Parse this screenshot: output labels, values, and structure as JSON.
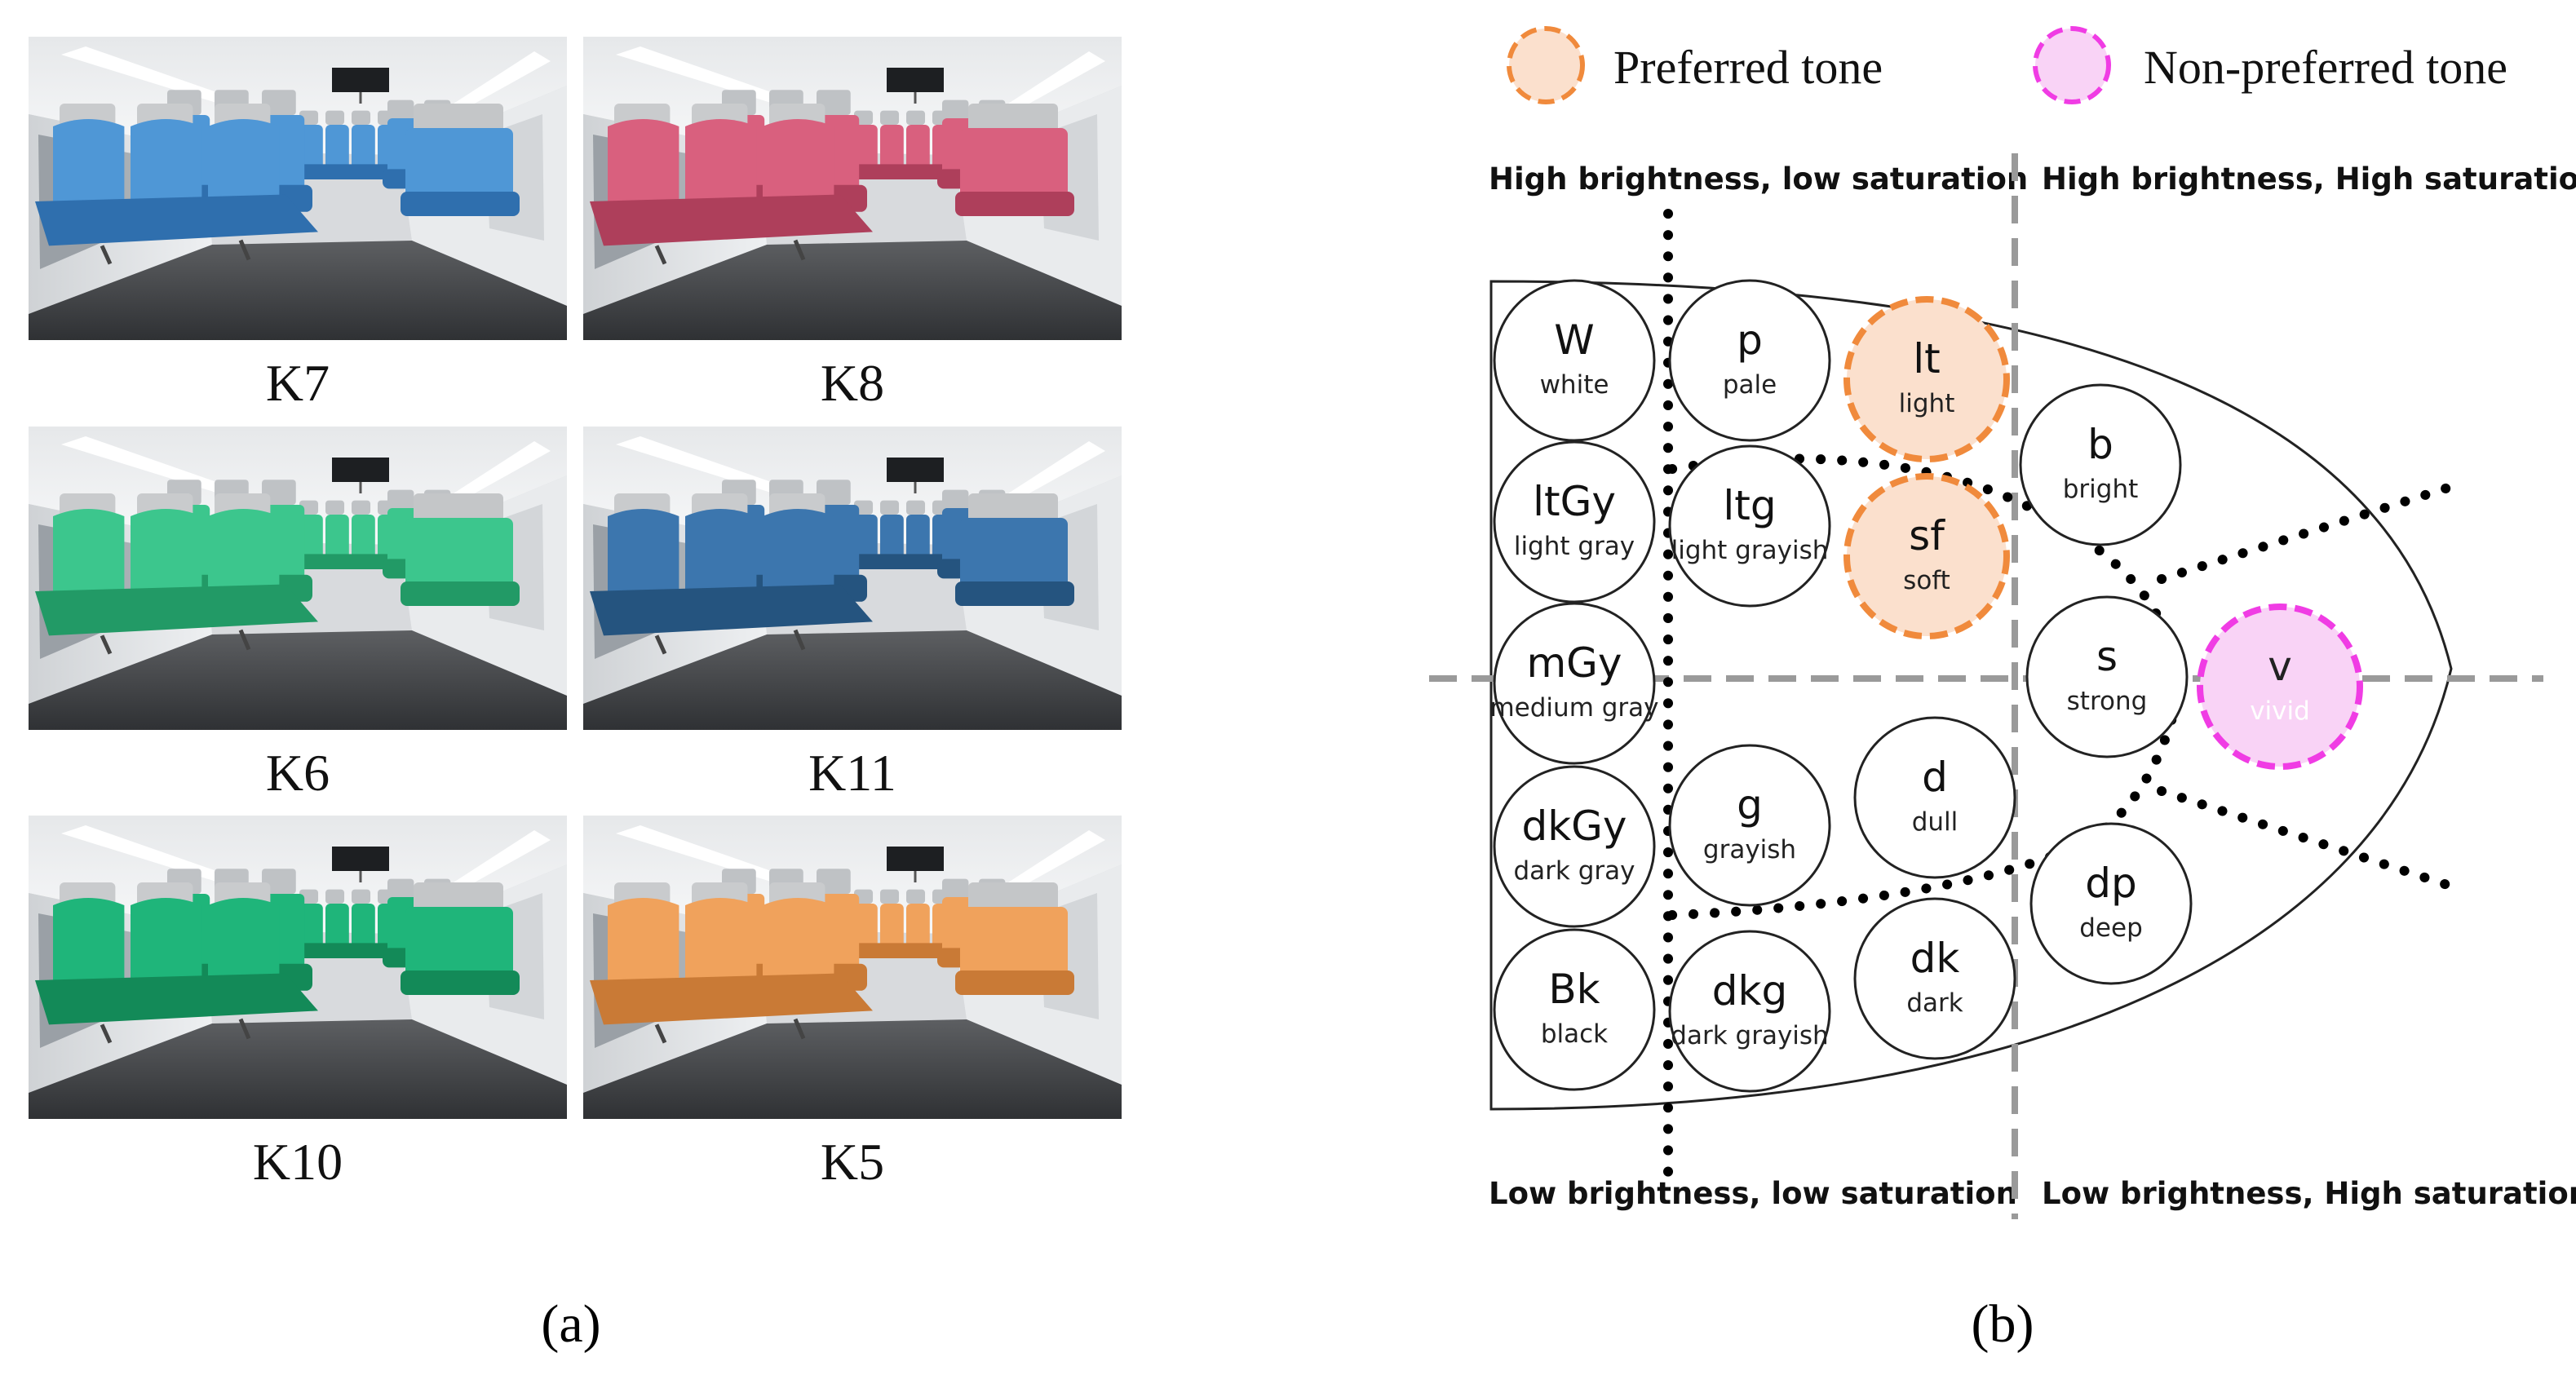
{
  "panel_a": {
    "label": "(a)",
    "images": [
      {
        "label": "K7",
        "seat_color": "#4f97d6",
        "seat_color_dark": "#2f6fae"
      },
      {
        "label": "K8",
        "seat_color": "#d9607e",
        "seat_color_dark": "#ae3f5b"
      },
      {
        "label": "K6",
        "seat_color": "#3cc68d",
        "seat_color_dark": "#229a66"
      },
      {
        "label": "K11",
        "seat_color": "#3c76ae",
        "seat_color_dark": "#25547f"
      },
      {
        "label": "K10",
        "seat_color": "#1fb57a",
        "seat_color_dark": "#138a58"
      },
      {
        "label": "K5",
        "seat_color": "#f0a25c",
        "seat_color_dark": "#c97a36"
      }
    ]
  },
  "panel_b": {
    "label": "(b)",
    "legend": [
      {
        "label": "Preferred tone",
        "fill": "#fbe0cd",
        "stroke": "#f08a3c"
      },
      {
        "label": "Non-preferred tone",
        "fill": "#f9d3f6",
        "stroke": "#f03ce4"
      }
    ],
    "quadrants": {
      "top_left": "High brightness, low saturation",
      "top_right": "High brightness, High saturation",
      "bottom_left": "Low brightness, low saturation",
      "bottom_right": "Low brightness, High saturation"
    },
    "tones": [
      {
        "abbr": "W",
        "name": "white",
        "state": "none"
      },
      {
        "abbr": "ltGy",
        "name": "light gray",
        "state": "none"
      },
      {
        "abbr": "mGy",
        "name": "medium gray",
        "state": "none"
      },
      {
        "abbr": "dkGy",
        "name": "dark gray",
        "state": "none"
      },
      {
        "abbr": "Bk",
        "name": "black",
        "state": "none"
      },
      {
        "abbr": "p",
        "name": "pale",
        "state": "none"
      },
      {
        "abbr": "ltg",
        "name": "light grayish",
        "state": "none"
      },
      {
        "abbr": "g",
        "name": "grayish",
        "state": "none"
      },
      {
        "abbr": "dkg",
        "name": "dark grayish",
        "state": "none"
      },
      {
        "abbr": "lt",
        "name": "light",
        "state": "preferred"
      },
      {
        "abbr": "sf",
        "name": "soft",
        "state": "preferred"
      },
      {
        "abbr": "d",
        "name": "dull",
        "state": "none"
      },
      {
        "abbr": "dk",
        "name": "dark",
        "state": "none"
      },
      {
        "abbr": "b",
        "name": "bright",
        "state": "none"
      },
      {
        "abbr": "s",
        "name": "strong",
        "state": "none"
      },
      {
        "abbr": "dp",
        "name": "deep",
        "state": "none"
      },
      {
        "abbr": "v",
        "name": "vivid",
        "state": "non-preferred"
      }
    ]
  }
}
